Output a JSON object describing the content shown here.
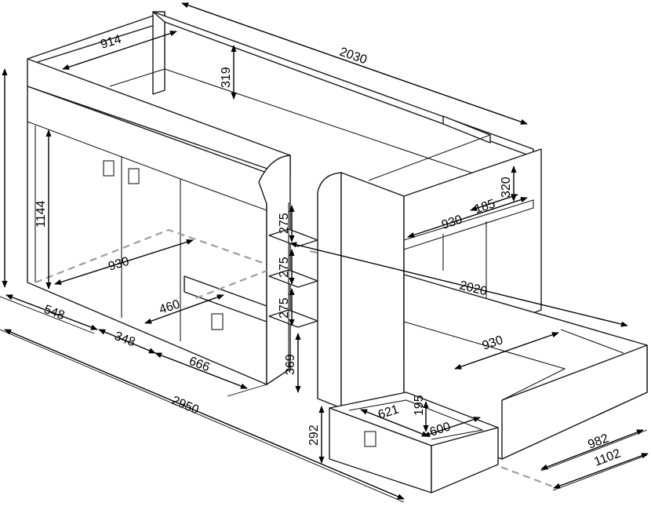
{
  "dimensions": {
    "top_depth": "914",
    "top_length": "2030",
    "guard_height": "319",
    "wardrobe_height": "1144",
    "wardrobe_depth": "930",
    "base_width_left": "548",
    "base_width_mid": "348",
    "base_width_right": "666",
    "shelf_depth": "460",
    "step_1": "275",
    "step_2": "275",
    "step_3": "275",
    "step_bottom": "369",
    "drawer_height": "292",
    "drawer_depth": "621",
    "drawer_inner_height": "195",
    "drawer_width": "600",
    "shelf_height": "320",
    "shelf_depth_small": "185",
    "shelf_width": "930",
    "lower_bed_length": "2020",
    "lower_bed_depth": "930",
    "total_length": "2950",
    "side_depth_1": "982",
    "side_depth_2": "1102"
  },
  "colors": {
    "line": "#1a1a1a",
    "hidden": "#9e9e9e",
    "background": "#ffffff"
  }
}
